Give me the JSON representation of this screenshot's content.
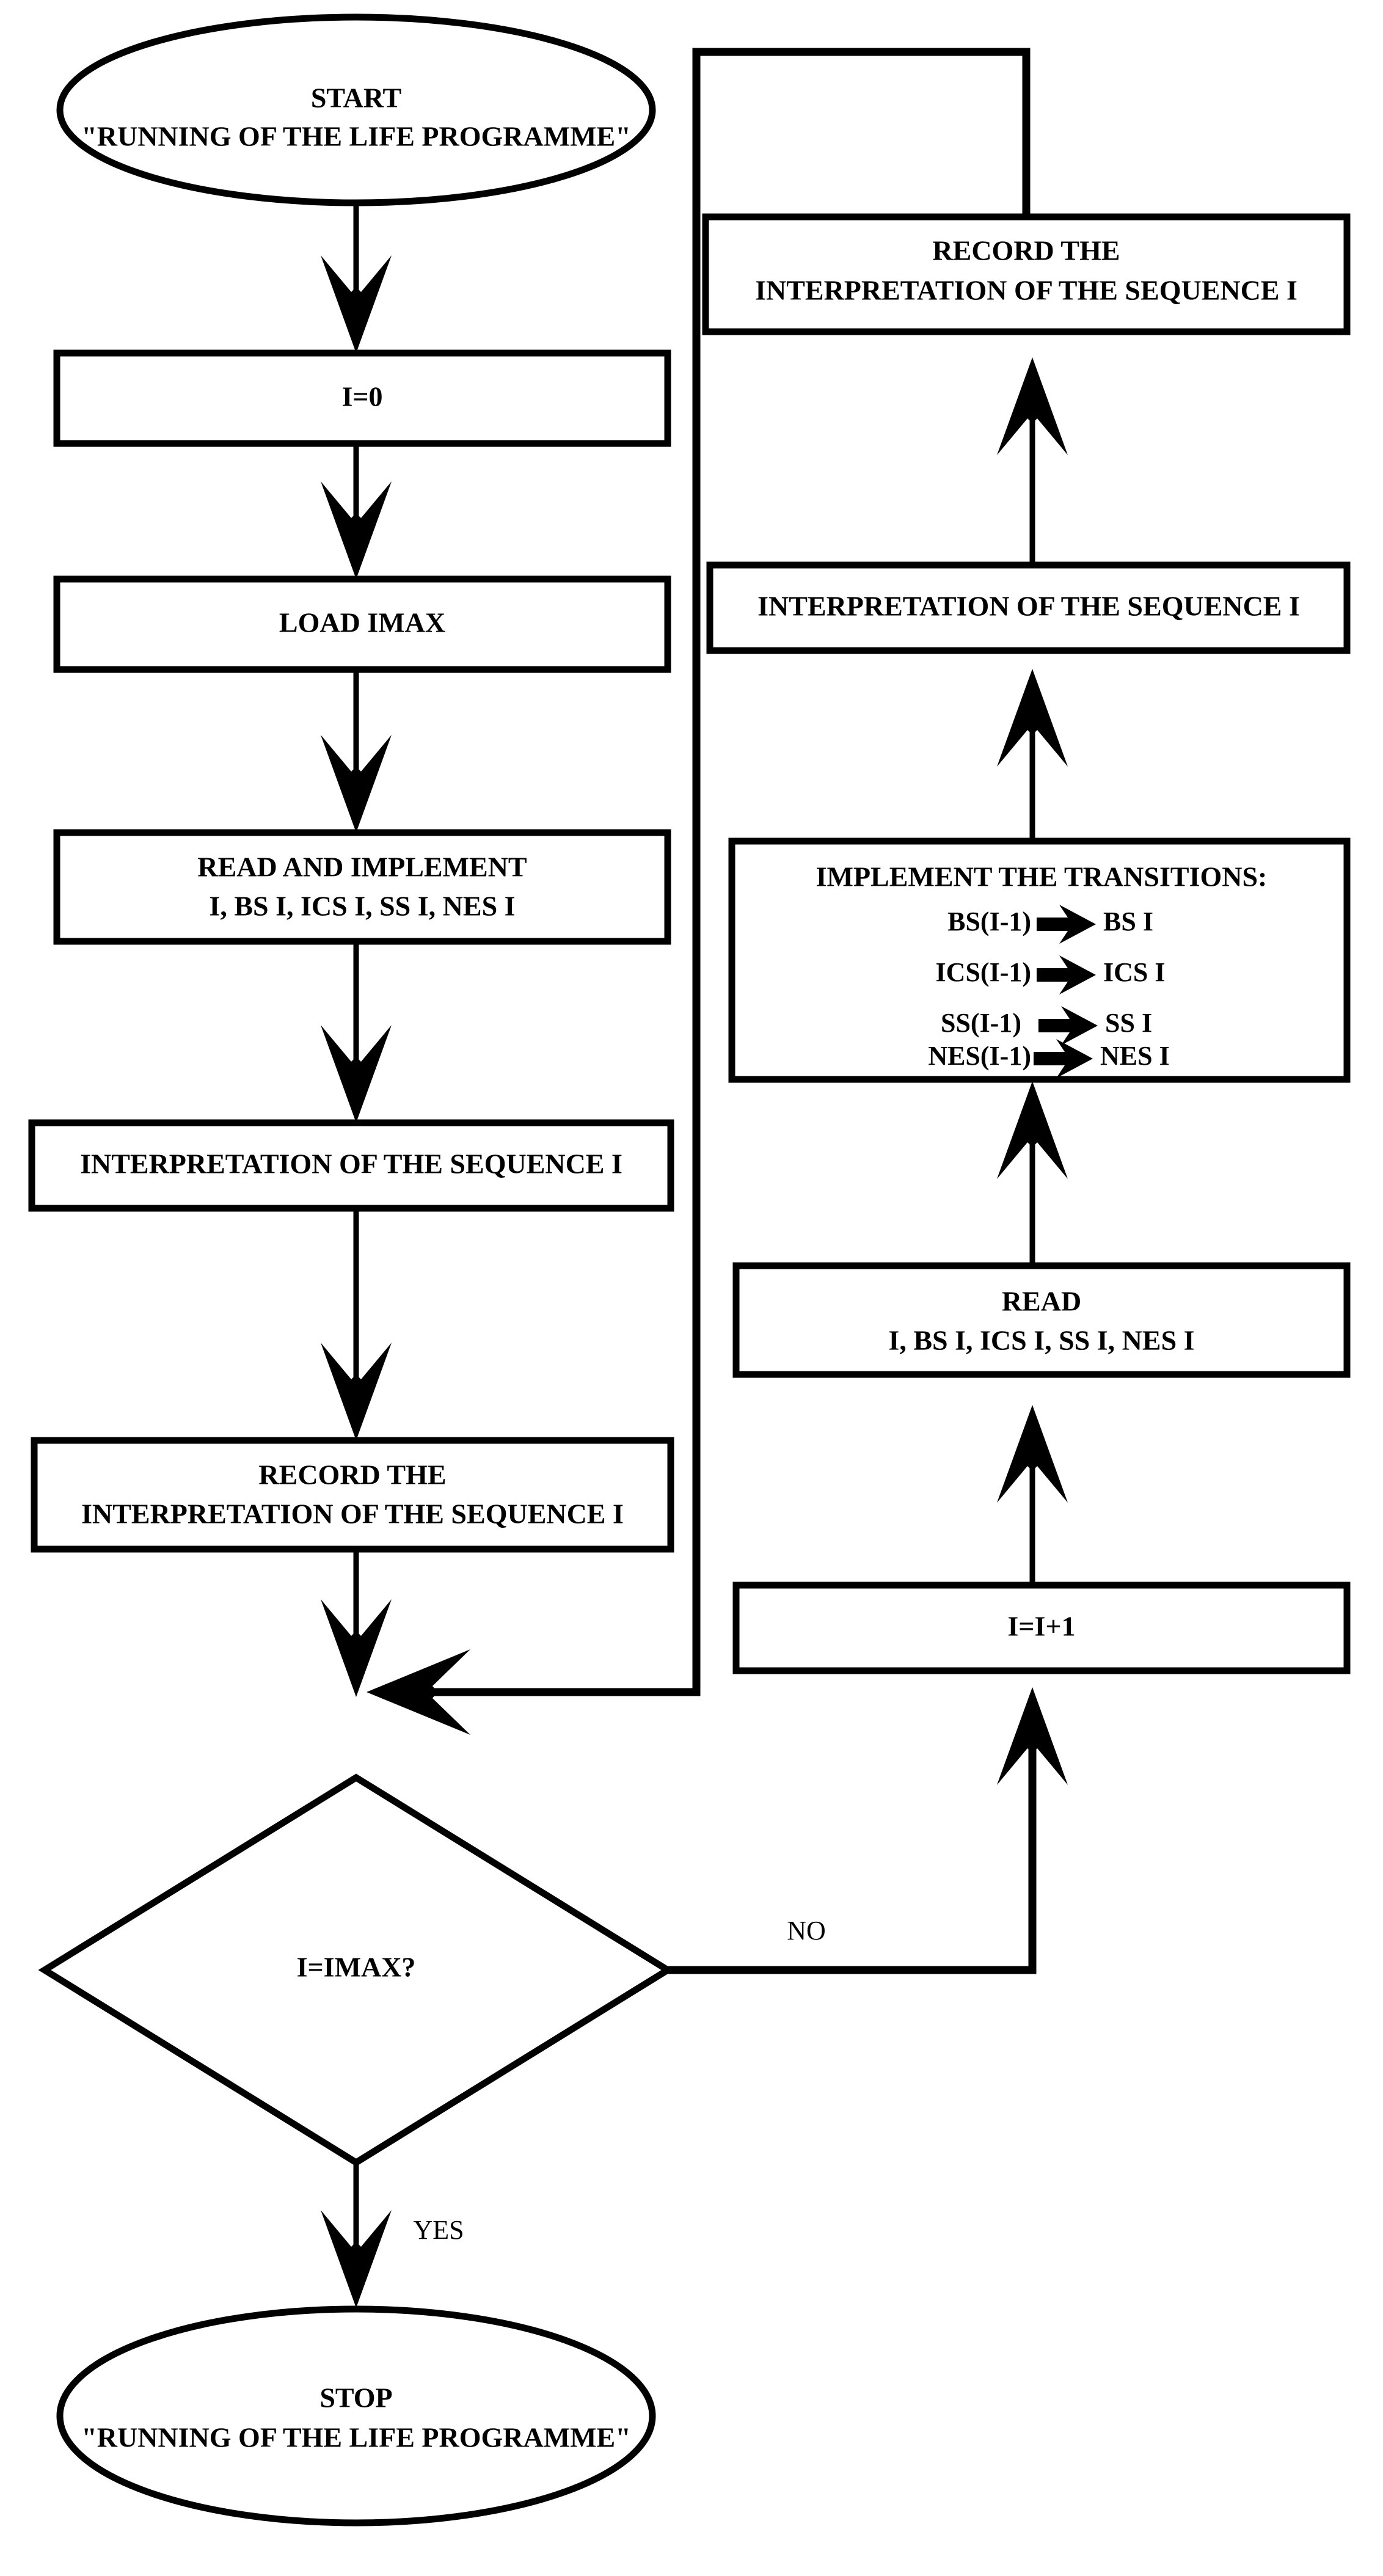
{
  "diagram": {
    "title": "Running of the life programme flowchart",
    "background_color": "#ffffff",
    "stroke_color": "#000000"
  },
  "nodes": {
    "start": {
      "shape": "ellipse",
      "line1": "START",
      "line2": "\"RUNNING OF THE LIFE PROGRAMME\""
    },
    "init_i": {
      "shape": "rectangle",
      "line1": "I=0"
    },
    "load_imax": {
      "shape": "rectangle",
      "line1": "LOAD IMAX"
    },
    "read_implement": {
      "shape": "rectangle",
      "line1": "READ AND IMPLEMENT",
      "line2": "I, BS I, ICS I, SS I, NES I"
    },
    "interpretation_left": {
      "shape": "rectangle",
      "line1": "INTERPRETATION OF THE SEQUENCE I"
    },
    "record_left": {
      "shape": "rectangle",
      "line1": "RECORD THE",
      "line2": "INTERPRETATION OF THE SEQUENCE I"
    },
    "decision": {
      "shape": "diamond",
      "line1": "I=IMAX?"
    },
    "stop": {
      "shape": "ellipse",
      "line1": "STOP",
      "line2": "\"RUNNING OF THE LIFE PROGRAMME\""
    },
    "increment_i": {
      "shape": "rectangle",
      "line1": "I=I+1"
    },
    "read_right": {
      "shape": "rectangle",
      "line1": "READ",
      "line2": "I, BS I, ICS I, SS I, NES I"
    },
    "transitions": {
      "shape": "rectangle",
      "title": "IMPLEMENT  THE TRANSITIONS:",
      "rows": [
        {
          "from": "BS(I-1)",
          "to": "BS I"
        },
        {
          "from": "ICS(I-1)",
          "to": "ICS I"
        },
        {
          "from": "SS(I-1)",
          "to": "SS I"
        },
        {
          "from": "NES(I-1)",
          "to": "NES I"
        }
      ]
    },
    "interpretation_right": {
      "shape": "rectangle",
      "line1": "INTERPRETATION OF THE SEQUENCE I"
    },
    "record_right": {
      "shape": "rectangle",
      "line1": "RECORD THE",
      "line2": "INTERPRETATION OF THE SEQUENCE I"
    }
  },
  "edge_labels": {
    "no": "NO",
    "yes": "YES"
  },
  "flow": {
    "sequence_left": [
      "start",
      "init_i",
      "load_imax",
      "read_implement",
      "interpretation_left",
      "record_left",
      "decision",
      "stop"
    ],
    "sequence_right": [
      "increment_i",
      "read_right",
      "transitions",
      "interpretation_right",
      "record_right"
    ],
    "branches": [
      {
        "from": "decision",
        "label": "NO",
        "to": "increment_i"
      },
      {
        "from": "decision",
        "label": "YES",
        "to": "stop"
      },
      {
        "from": "record_right",
        "to": "decision",
        "kind": "feedback-loop"
      }
    ]
  }
}
